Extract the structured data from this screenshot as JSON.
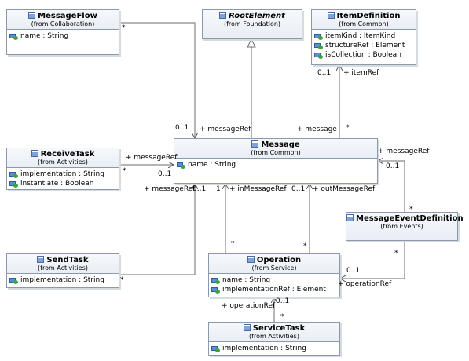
{
  "classes": {
    "message_flow": {
      "name": "MessageFlow",
      "package": "(from Collaboration)",
      "attributes": [
        "name : String"
      ]
    },
    "root_element": {
      "name": "RootElement",
      "package": "(from Foundation)",
      "attributes": []
    },
    "item_definition": {
      "name": "ItemDefinition",
      "package": "(from Common)",
      "attributes": [
        "itemKind : ItemKind",
        "structureRef : Element",
        "isCollection : Boolean"
      ]
    },
    "receive_task": {
      "name": "ReceiveTask",
      "package": "(from Activities)",
      "attributes": [
        "implementation : String",
        "instantiate : Boolean"
      ]
    },
    "message": {
      "name": "Message",
      "package": "(from Common)",
      "attributes": [
        "name : String"
      ]
    },
    "message_event_definition": {
      "name": "MessageEventDefinition",
      "package": "(from Events)",
      "attributes": []
    },
    "send_task": {
      "name": "SendTask",
      "package": "(from Activities)",
      "attributes": [
        "implementation : String"
      ]
    },
    "operation": {
      "name": "Operation",
      "package": "(from Service)",
      "attributes": [
        "name : String",
        "implementationRef : Element"
      ]
    },
    "service_task": {
      "name": "ServiceTask",
      "package": "(from Activities)",
      "attributes": [
        "implementation : String"
      ]
    }
  },
  "edge_labels": {
    "msgflow_star": "*",
    "msgflow_mult": "0..1",
    "msgflow_role": "+ messageRef",
    "itemdef_mult": "0..1",
    "itemdef_role": "+ itemRef",
    "itemdef_role2": "+ message",
    "itemdef_star": "*",
    "receive_role": "+ messageRef",
    "receive_star": "*",
    "receive_mult": "0..1",
    "msg_role_bottom": "+ messageRef",
    "msg_mult_bottom": "0..1",
    "in_mult": "1",
    "in_role": "+ inMessageRef",
    "out_mult": "0..1",
    "out_role": "+ outMessageRef",
    "med_role": "+ messageRef",
    "med_mult": "0..1",
    "med_star": "*",
    "send_star": "*",
    "op_in_star": "*",
    "op_out_star": "*",
    "med_star2": "*",
    "op_mult": "0..1",
    "op_role": "+ operationRef",
    "st_role": "+ operationRef",
    "st_mult": "0..1",
    "st_star": "*"
  }
}
